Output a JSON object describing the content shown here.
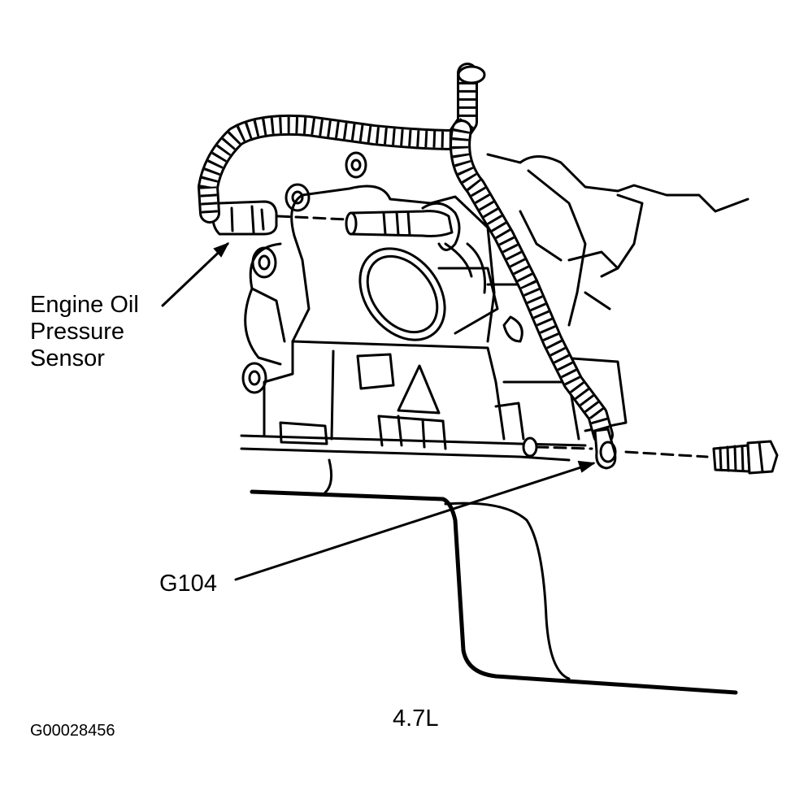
{
  "labels": {
    "oil_sensor": [
      "Engine Oil",
      "Pressure",
      "Sensor"
    ],
    "ground": "G104",
    "engine": "4.7L",
    "figure_id": "G00028456"
  },
  "colors": {
    "ink": "#000000",
    "background": "#ffffff"
  }
}
